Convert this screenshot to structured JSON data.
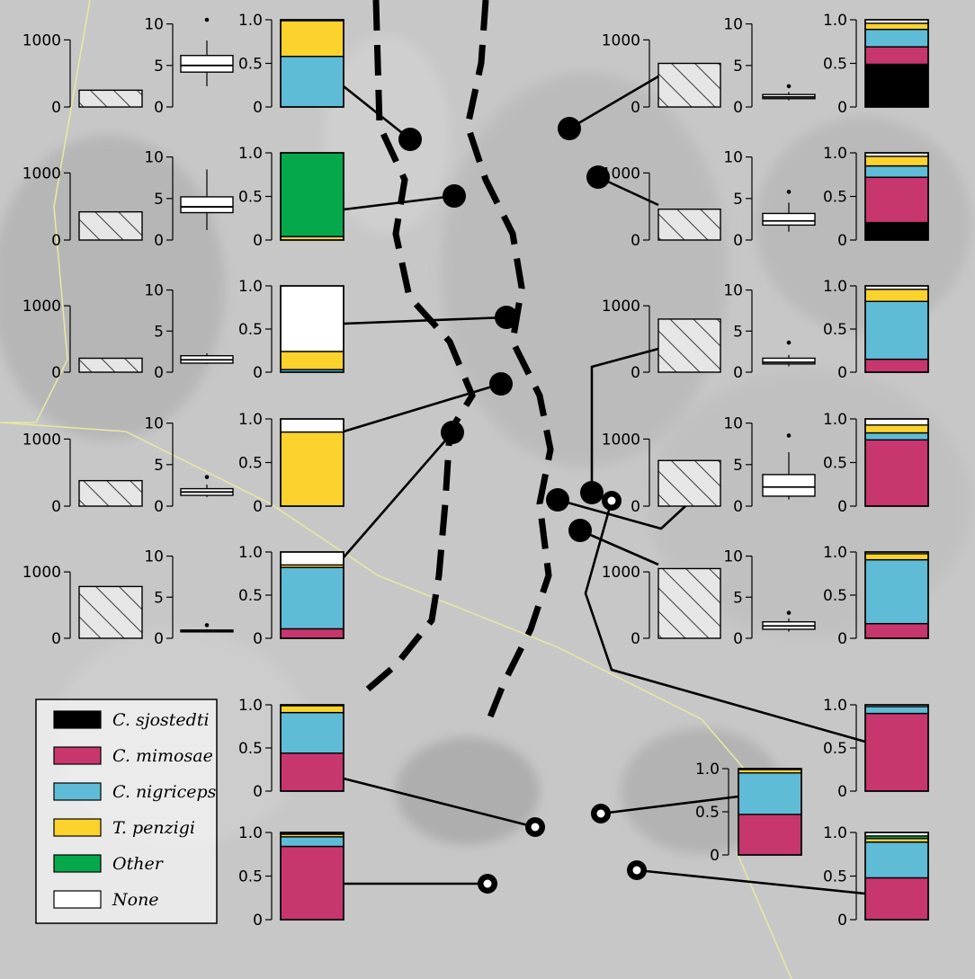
{
  "species": [
    {
      "key": "sjostedti",
      "label": "C. sjostedti",
      "color": "#000000"
    },
    {
      "key": "mimosae",
      "label": "C. mimosae",
      "color": "#c8366e"
    },
    {
      "key": "nigriceps",
      "label": "C. nigriceps",
      "color": "#5fbcd6"
    },
    {
      "key": "penzigi",
      "label": "T. penzigi",
      "color": "#fcd22d"
    },
    {
      "key": "other",
      "label": "Other",
      "color": "#06a84c"
    },
    {
      "key": "none",
      "label": "None",
      "color": "#ffffff"
    }
  ],
  "axis_ticks": {
    "count": [
      "0",
      "1000"
    ],
    "box": [
      "0",
      "5",
      "10"
    ],
    "prop": [
      "0",
      "0.5",
      "1.0"
    ]
  },
  "chart_data": {
    "type": "map-insets",
    "series_order": [
      "sjostedti",
      "mimosae",
      "nigriceps",
      "penzigi",
      "other",
      "none"
    ],
    "sites": [
      {
        "id": "L1",
        "count": 250,
        "box": {
          "min": 2.5,
          "q1": 4.2,
          "median": 5.0,
          "q3": 6.2,
          "max": 8.0,
          "outliers": [
            10.5
          ]
        },
        "proportions": [
          0,
          0,
          0.58,
          0.41,
          0,
          0.01
        ]
      },
      {
        "id": "L2",
        "count": 420,
        "box": {
          "min": 1.2,
          "q1": 3.3,
          "median": 4.0,
          "q3": 5.2,
          "max": 8.5,
          "outliers": []
        },
        "proportions": [
          0,
          0,
          0,
          0.04,
          0.96,
          0
        ]
      },
      {
        "id": "L3",
        "count": 210,
        "box": {
          "min": 1.0,
          "q1": 1.1,
          "median": 1.5,
          "q3": 2.0,
          "max": 2.3,
          "outliers": []
        },
        "proportions": [
          0,
          0,
          0.03,
          0.21,
          0,
          0.76
        ]
      },
      {
        "id": "L4",
        "count": 380,
        "box": {
          "min": 1.1,
          "q1": 1.3,
          "median": 1.7,
          "q3": 2.1,
          "max": 2.6,
          "outliers": [
            3.5
          ]
        },
        "proportions": [
          0,
          0,
          0,
          0.85,
          0,
          0.15
        ]
      },
      {
        "id": "L5",
        "count": 780,
        "box": {
          "min": 0.7,
          "q1": 0.8,
          "median": 0.9,
          "q3": 1.0,
          "max": 1.1,
          "outliers": [
            1.6
          ]
        },
        "proportions": [
          0,
          0.11,
          0.71,
          0.03,
          0,
          0.15
        ]
      },
      {
        "id": "R1",
        "count": 650,
        "box": {
          "min": 0.8,
          "q1": 1.0,
          "median": 1.2,
          "q3": 1.5,
          "max": 1.8,
          "outliers": [
            2.5
          ]
        },
        "proportions": [
          0.49,
          0.2,
          0.2,
          0.07,
          0,
          0.04
        ]
      },
      {
        "id": "R2",
        "count": 460,
        "box": {
          "min": 1.0,
          "q1": 1.8,
          "median": 2.3,
          "q3": 3.2,
          "max": 4.5,
          "outliers": [
            5.8
          ]
        },
        "proportions": [
          0.2,
          0.52,
          0.13,
          0.11,
          0,
          0.04
        ]
      },
      {
        "id": "R3",
        "count": 800,
        "box": {
          "min": 0.7,
          "q1": 1.0,
          "median": 1.2,
          "q3": 1.7,
          "max": 2.1,
          "outliers": [
            3.6
          ]
        },
        "proportions": [
          0,
          0.15,
          0.67,
          0.14,
          0,
          0.04
        ]
      },
      {
        "id": "R4",
        "count": 680,
        "box": {
          "min": 0.8,
          "q1": 1.2,
          "median": 2.3,
          "q3": 3.8,
          "max": 6.5,
          "outliers": [
            8.5
          ]
        },
        "proportions": [
          0,
          0.76,
          0.08,
          0.09,
          0,
          0.07
        ]
      },
      {
        "id": "R5",
        "count": 1050,
        "box": {
          "min": 0.8,
          "q1": 1.1,
          "median": 1.5,
          "q3": 2.0,
          "max": 2.4,
          "outliers": [
            3.1
          ]
        },
        "proportions": [
          0,
          0.17,
          0.74,
          0.07,
          0,
          0.02
        ]
      },
      {
        "id": "P1",
        "proportions": [
          0,
          0.44,
          0.47,
          0.08,
          0,
          0.01
        ]
      },
      {
        "id": "P2",
        "proportions": [
          0,
          0.84,
          0.11,
          0.03,
          0.01,
          0.01
        ]
      },
      {
        "id": "P3",
        "proportions": [
          0,
          0.47,
          0.48,
          0.04,
          0,
          0.01
        ]
      },
      {
        "id": "P4",
        "proportions": [
          0,
          0.9,
          0.08,
          0,
          0,
          0.02
        ]
      },
      {
        "id": "P5",
        "proportions": [
          0,
          0.48,
          0.41,
          0.04,
          0.03,
          0.04
        ]
      }
    ]
  }
}
